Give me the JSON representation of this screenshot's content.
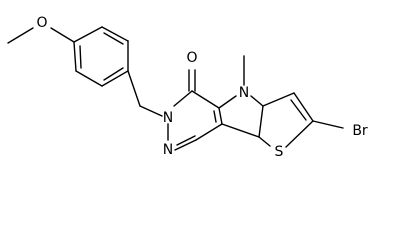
{
  "molecule": {
    "atoms": {
      "methoxy_o": "O",
      "carbonyl_o": "O",
      "pyrrole_n": "N",
      "methyl_label": "",
      "ring_n6": "N",
      "ring_n7": "N",
      "thiophene_s": "S",
      "bromine": "Br"
    },
    "colors": {
      "bond": "#000000",
      "label": "#000000",
      "background": "#ffffff"
    }
  }
}
